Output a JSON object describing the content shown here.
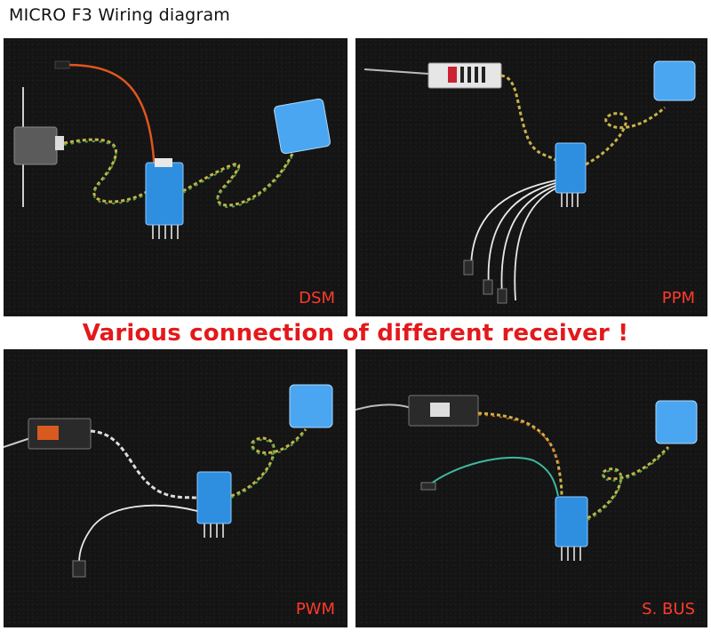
{
  "title": "MICRO F3 Wiring diagram",
  "banner": "Various connection of different receiver !",
  "panels": [
    {
      "label": "DSM"
    },
    {
      "label": "PPM"
    },
    {
      "label": "PWM"
    },
    {
      "label": "S. BUS"
    }
  ],
  "colors": {
    "panel_background": "#141414",
    "label_red": "#ff3a2a",
    "banner_red": "#e3191b",
    "board_blue": "#2e8fe0",
    "gps_blue": "#4aa6f0"
  }
}
